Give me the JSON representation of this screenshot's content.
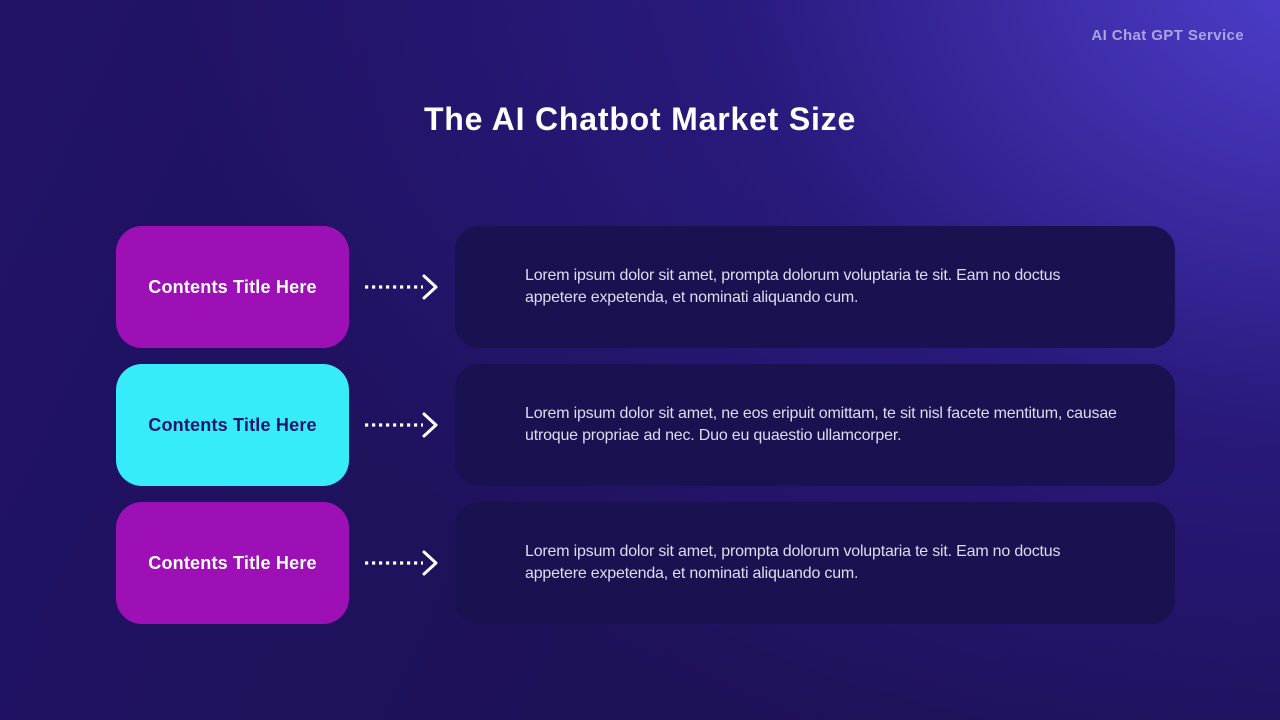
{
  "slide": {
    "brand": "AI Chat GPT Service",
    "title": "The AI Chatbot Market Size",
    "rows": [
      {
        "box_title": "Contents Title Here",
        "box_bg": "#9d10b6",
        "box_fg": "#ffffff",
        "body": "Lorem ipsum dolor sit amet, prompta dolorum voluptaria te sit. Eam no doctus appetere expetenda, et nominati aliquando cum."
      },
      {
        "box_title": "Contents Title Here",
        "box_bg": "#35ecf8",
        "box_fg": "#201566",
        "body": "Lorem ipsum dolor sit amet, ne eos eripuit omittam, te sit nisl facete mentitum, causae utroque propriae ad nec. Duo eu quaestio ullamcorper."
      },
      {
        "box_title": "Contents Title Here",
        "box_bg": "#9d10b6",
        "box_fg": "#ffffff",
        "body": "Lorem ipsum dolor sit amet, prompta dolorum voluptaria te sit. Eam no doctus appetere expetenda, et nominati aliquando cum."
      }
    ],
    "colors": {
      "background_bright": "#4b3bcd",
      "background_dark": "#1d1158",
      "panel_bg": "#1a1150",
      "panel_text": "#dedcf0",
      "brand_text": "#aba4e2",
      "title_text": "#ffffff",
      "arrow": "#ffffff"
    }
  }
}
